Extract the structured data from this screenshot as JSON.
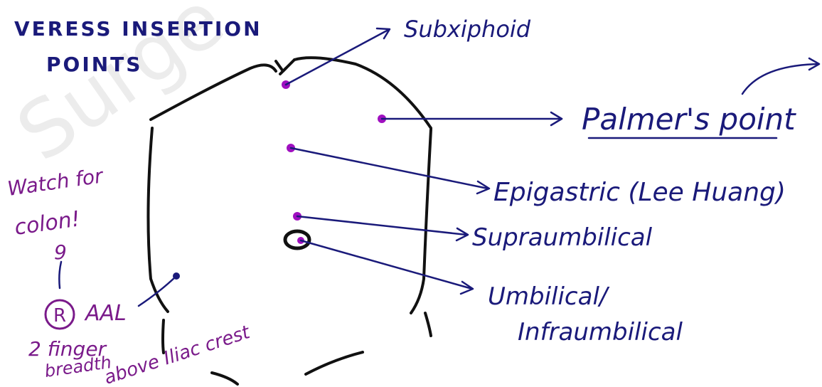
{
  "title": {
    "line1": "VERESS INSERTION",
    "line2": "POINTS"
  },
  "watermark": "Surge",
  "labels": {
    "subxiphoid": "Subxiphoid",
    "palmers_point": "Palmer's point",
    "epigastric": "Epigastric (Lee Huang)",
    "supraumbilical": "Supraumbilical",
    "umbilical_line1": "Umbilical/",
    "umbilical_line2": "Infraumbilical"
  },
  "left_notes": {
    "watch_line1": "Watch for",
    "watch_line2": "colon!",
    "aal": "AAL",
    "circled_r": "R",
    "fingers_line1": "2 finger",
    "fingers_line2": "breadth",
    "fingers_line3": "above Iliac crest"
  },
  "colors": {
    "ink_dark": "#1a1a7a",
    "ink_purple": "#7a1a8a",
    "dot_purple": "#a010c0",
    "outline": "#111111",
    "watermark": "#e6e6e6"
  }
}
